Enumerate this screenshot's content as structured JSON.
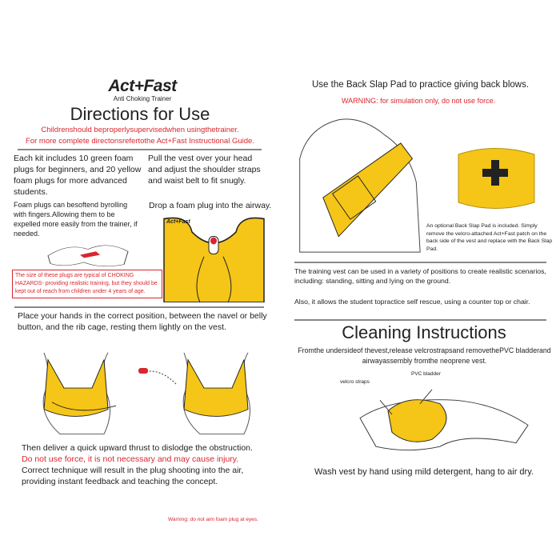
{
  "logo": {
    "brand": "Act+Fast",
    "subtitle": "Anti Choking Trainer"
  },
  "left": {
    "title": "Directions for Use",
    "warning1": "Childrenshould beproperlysupervisedwhen usingthetrainer.",
    "warning2": "For more complete directonsrefertothe Act+Fast Instructional Guide.",
    "kit_text": "Each kit includes 10 green foam plugs for beginners, and 20 yellow foam plugs for more advanced students.",
    "soften_text": "Foam plugs can besoftend byrolling with fingers.Allowing them to be expelled more easily from the trainer, if needed.",
    "pull_text": "Pull the vest over your head and adjust the shoulder straps and waist belt to fit snugly.",
    "drop_text": "Drop a foam plug into the airway.",
    "vest_label": "Act+Fast",
    "hazard_box": "The size of these plugs are typical of CHOKING HAZARDS- providing realistic training, but they should be kept out of reach from children under 4 years of age.",
    "place_text": "Place your hands in the correct position, between the navel or belly button, and the rib cage, resting them lightly on the vest.",
    "thrust_text": "Then deliver a quick upward thrust to dislodge the obstruction.",
    "thrust_warning": "Do not use force, it is not necessary and may cause injury.",
    "thrust_text2": "Correct technique will result in the plug shooting into the air, providing instant feedback and teaching the concept.",
    "eyes_warning": "Warning: do not aim foam plug at eyes."
  },
  "right": {
    "back_slap_title": "Use the Back Slap Pad to practice giving back blows.",
    "back_slap_warning": "WARNING: for simulation only, do not use force.",
    "pad_text": "An optional Back Slap Pad is included. Simply remove the velcro-attached Act+Fast patch on the back side of the vest and replace with the Back Slap Pad.",
    "positions_text": "The training vest can be used in a variety of positions to create realistic scenarios, including: standing, sitting and lying on the ground.",
    "self_rescue_text": "Also, it allows the student topractice self rescue, using a counter top or chair.",
    "cleaning_title": "Cleaning Instructions",
    "cleaning_text": "Fromthe undersideof thevest,release velcrostrapsand removethePVC bladderand airwayassembly fromthe neoprene vest.",
    "label_velcro": "velcro straps",
    "label_bladder": "PVC bladder",
    "wash_text": "Wash vest by hand using mild detergent, hang to air dry."
  },
  "colors": {
    "yellow": "#f5c518",
    "red": "#d9262e",
    "rule": "#888888"
  }
}
